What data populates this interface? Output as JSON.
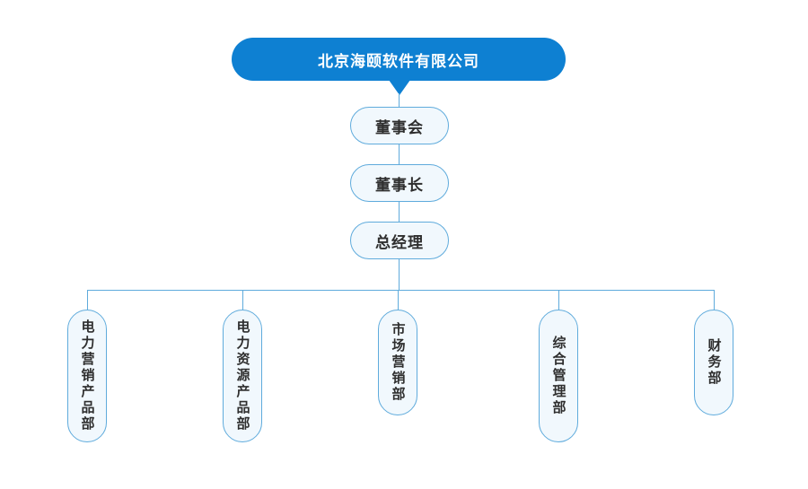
{
  "chart": {
    "type": "org-chart",
    "title": "北京海颐软件有限公司",
    "levels": [
      {
        "label": "董事会"
      },
      {
        "label": "董事长"
      },
      {
        "label": "总经理"
      }
    ],
    "departments": [
      {
        "label": "电力营销产品部"
      },
      {
        "label": "电力资源产品部"
      },
      {
        "label": "市场营销部"
      },
      {
        "label": "综合管理部"
      },
      {
        "label": "财务部"
      }
    ],
    "colors": {
      "header_bg": "#0e80d2",
      "header_text": "#ffffff",
      "node_border": "#5fabdc",
      "node_fill": "#f1f8fd",
      "line": "#5fabdc",
      "text": "#2e2e2e"
    }
  }
}
